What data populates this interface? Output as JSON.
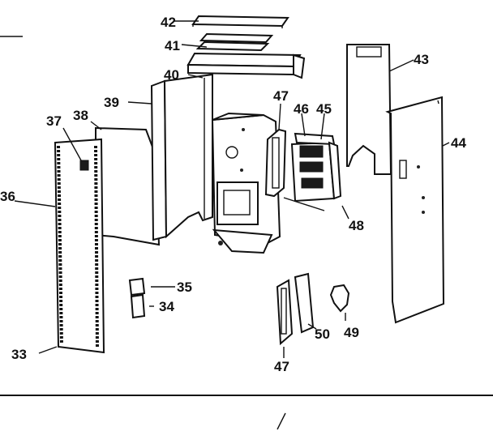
{
  "diagram": {
    "part_numbers": {
      "p33": "33",
      "p34": "34",
      "p35": "35",
      "p36": "36",
      "p37": "37",
      "p38": "38",
      "p39": "39",
      "p40": "40",
      "p41": "41",
      "p42": "42",
      "p43": "43",
      "p44": "44",
      "p45": "45",
      "p46": "46",
      "p47a": "47",
      "p47b": "47",
      "p48": "48",
      "p49": "49",
      "p50": "50"
    }
  }
}
